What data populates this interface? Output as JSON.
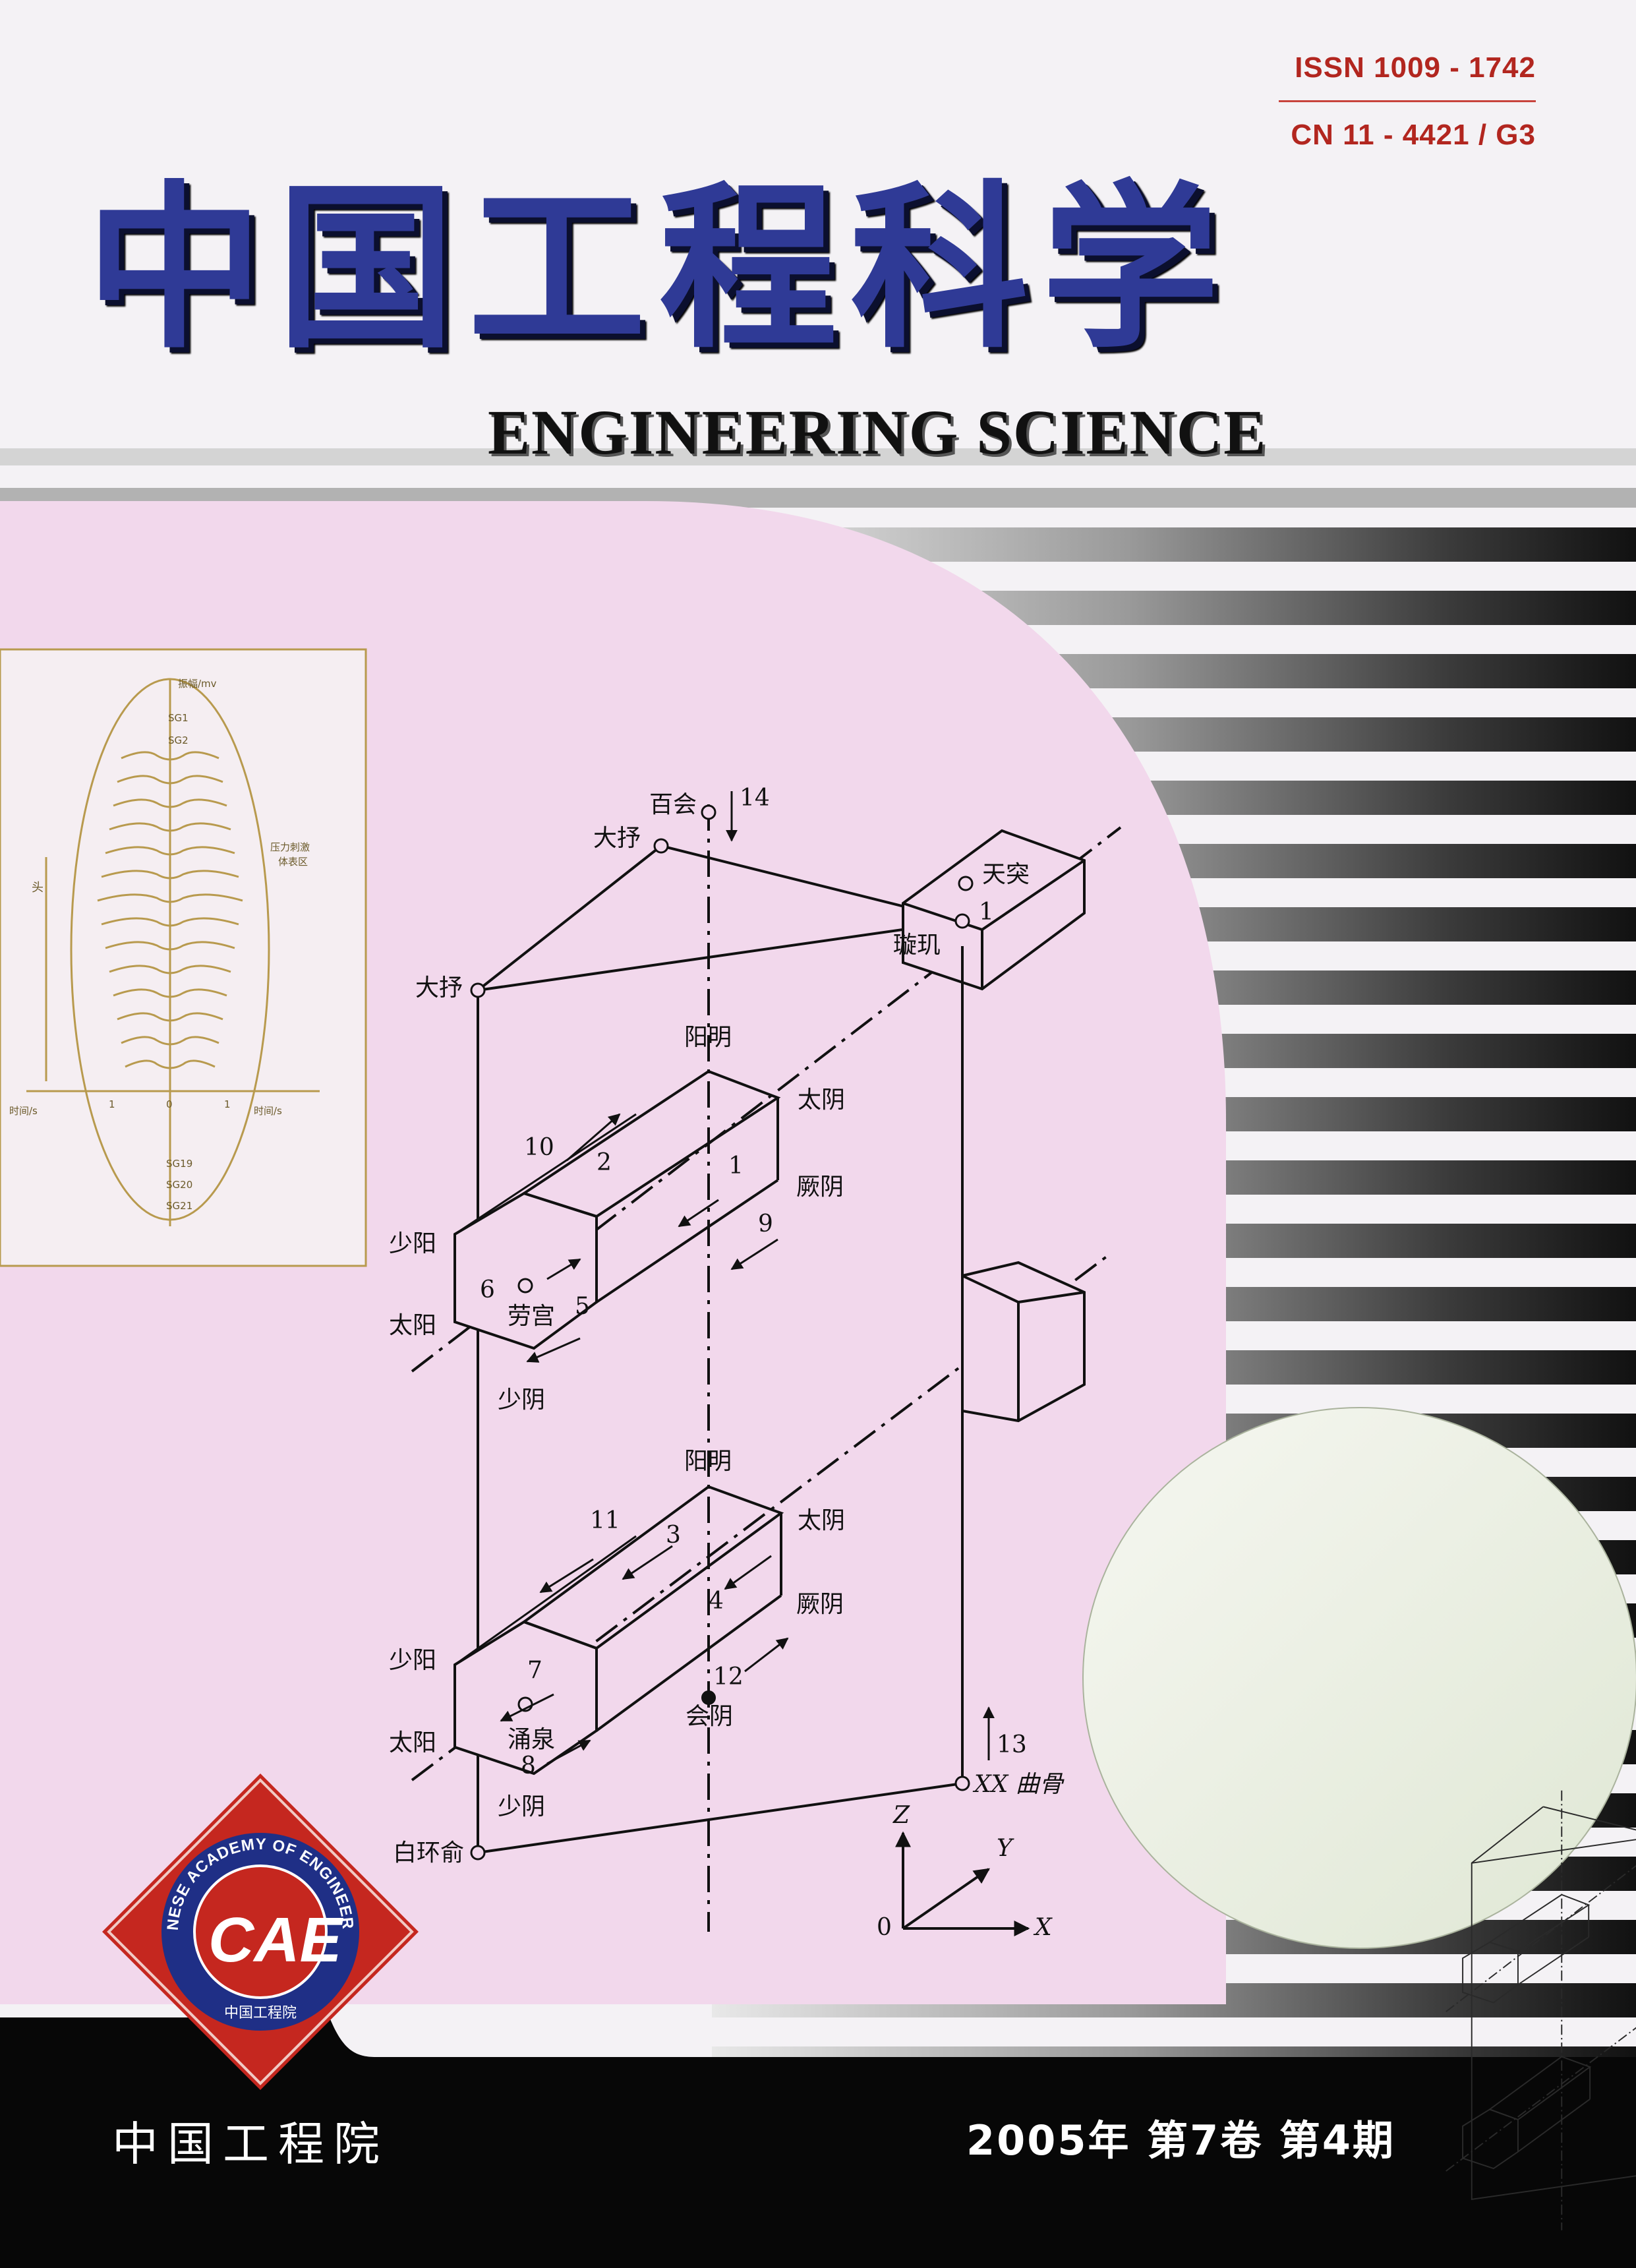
{
  "journal": {
    "issn": "ISSN 1009 - 1742",
    "cn": "CN 11 - 4421 / G3",
    "title_cn": "中国工程科学",
    "title_en": "ENGINEERING SCIENCE",
    "publisher": "中国工程院",
    "issue": "2005年  第7卷  第4期"
  },
  "logo": {
    "abbr": "CAE",
    "ring_text": "CHINESE ACADEMY OF ENGINEERING",
    "cn_text": "中国工程院"
  },
  "left_chart": {
    "y_axis_label": "振幅/mv",
    "left_axis_label": "头",
    "x_label_left": "时间/s",
    "x_label_right": "时间/s",
    "zero_label": "0",
    "tick_left": "1",
    "tick_right": "1",
    "annotation": [
      "压力刺激",
      "体表区"
    ],
    "signals_top": [
      "SG1",
      "SG2"
    ],
    "signals_bottom": [
      "SG19",
      "SG20",
      "SG21"
    ]
  },
  "diagram": {
    "points": {
      "baihui": "百会",
      "dazhu_top": "大抒",
      "dazhu_left": "大抒",
      "tiantu": "天突",
      "xuanji": "璇玑",
      "yangming_1": "阳明",
      "taiyin_1": "太阴",
      "jueyin_1": "厥阴",
      "shaoyang_1": "少阳",
      "taiyang_1": "太阳",
      "shaoyin_1": "少阴",
      "laogong": "劳宫",
      "yangming_2": "阳明",
      "taiyin_2": "太阴",
      "jueyin_2": "厥阴",
      "shaoyang_2": "少阳",
      "taiyang_2": "太阳",
      "shaoyin_2": "少阴",
      "yongquan": "涌泉",
      "huiyin": "会阴",
      "qugu": "XX 曲骨",
      "baihuanshu": "白环俞"
    },
    "numbers": [
      "14",
      "1",
      "10",
      "2",
      "1",
      "9",
      "6",
      "5",
      "11",
      "3",
      "4",
      "12",
      "7",
      "8",
      "13"
    ],
    "axes": {
      "z": "Z",
      "y": "Y",
      "x": "X",
      "origin": "0"
    }
  },
  "colors": {
    "pink_panel": "#f2d8ec",
    "title_blue": "#2f3a96",
    "issn_red": "#b2261f",
    "chart_gold": "#b89a4e",
    "logo_red": "#c5271f",
    "logo_ring": "#1f2f86",
    "oval_green": "#eef2e6",
    "bottom_bar": "#070707"
  }
}
